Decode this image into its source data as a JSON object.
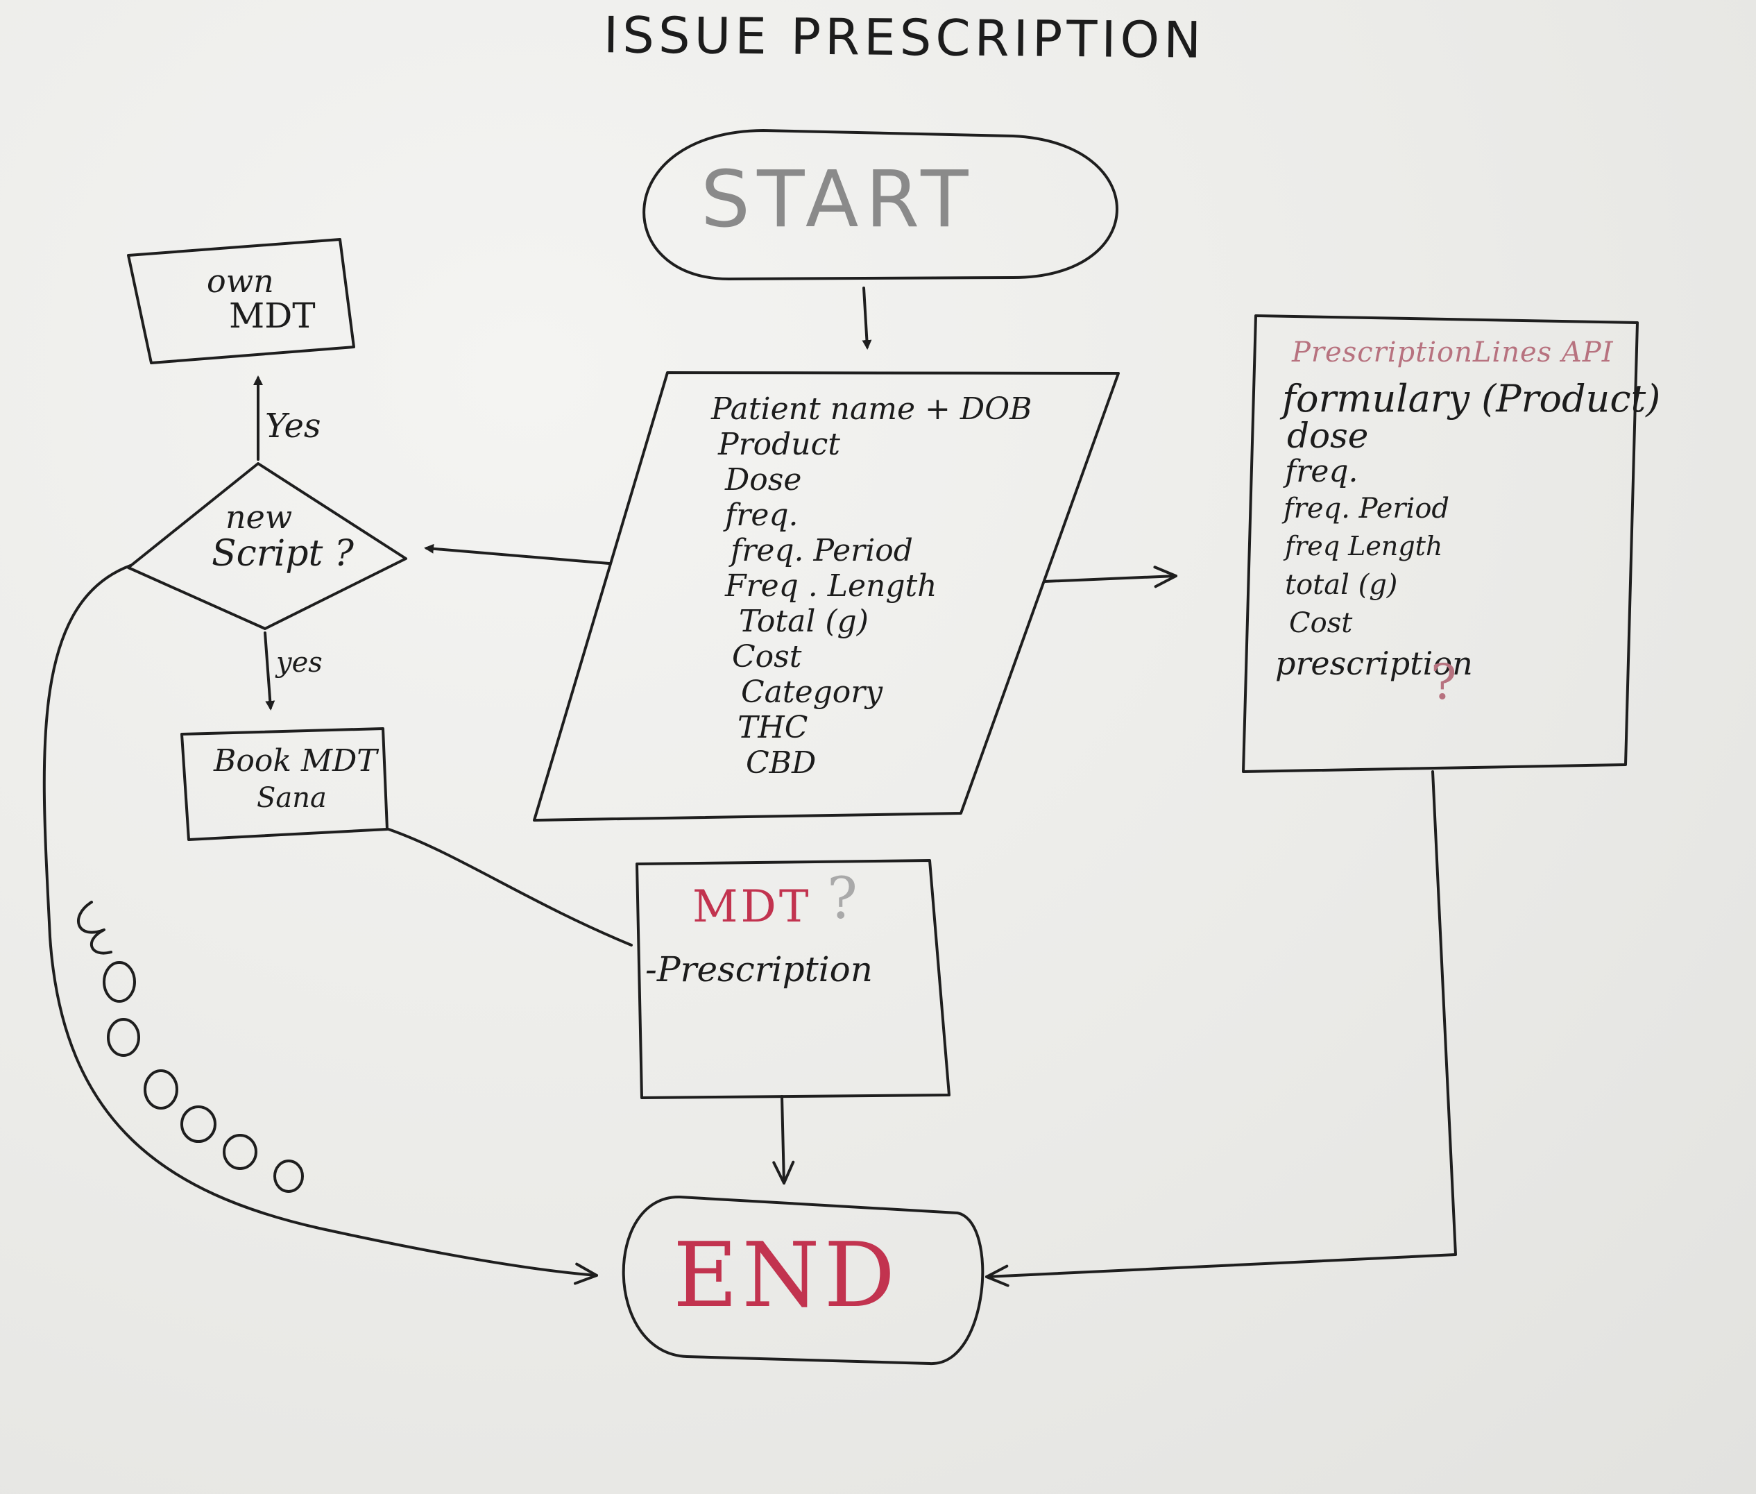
{
  "title": "ISSUE PRESCRIPTION",
  "nodes": {
    "start": "START",
    "end": "END",
    "own_mdt": [
      "own",
      "MDT"
    ],
    "decision": [
      "new",
      "Script ?"
    ],
    "book_mdt": [
      "Book MDT",
      "Sana"
    ],
    "input": {
      "lines": [
        "Patient name + DOB",
        "Product",
        "Dose",
        "freq.",
        "freq. Period",
        "Freq . Length",
        "Total (g)",
        "Cost",
        "Category",
        "THC",
        "CBD"
      ]
    },
    "api": {
      "heading": "PrescriptionLines API",
      "lines": [
        "formulary (Product)",
        "dose",
        "freq.",
        "freq. Period",
        "freq Length",
        "total (g)",
        "Cost",
        "prescription"
      ],
      "question_mark": "?"
    },
    "mdt_box": {
      "heading": "MDT",
      "question_mark": "?",
      "line": "-Prescription"
    }
  },
  "edge_labels": {
    "yes_up": "Yes",
    "yes_down": "yes"
  },
  "colors": {
    "ink": "#1e1e1e",
    "red_marker": "#c2334f",
    "faded_marker": "#b7727f",
    "gray_marker": "#8a8a8a",
    "board": "#ebebe8"
  }
}
